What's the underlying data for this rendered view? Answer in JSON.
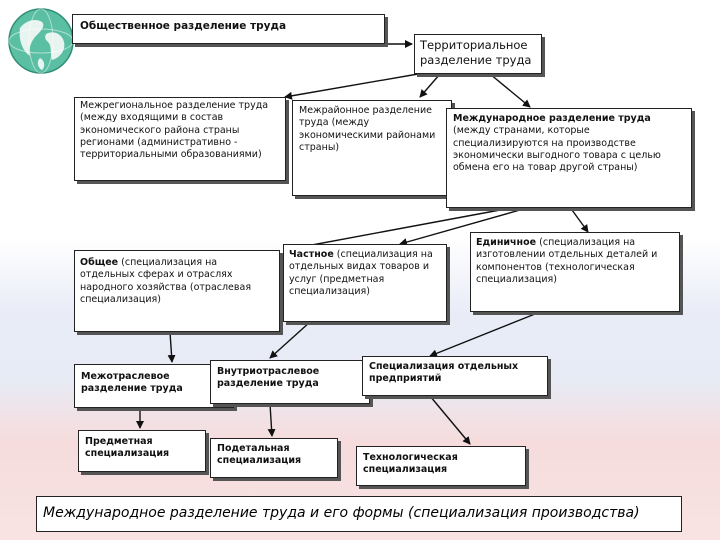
{
  "nodes": {
    "root": "Общественное разделение труда",
    "territorial": "Территориальное разделение труда",
    "interregional": "Межрегиональное разделение труда (между входящими в состав экономического района страны регионами (административно - территориальными образованиями)",
    "interdistrict": "Межрайонное разделение труда (между экономическими районами страны)",
    "international_title": "Международное разделение труда",
    "international_rest": "(между странами, которые специализируются на производстве экономически выгодного товара с целью обмена его на товар другой страны)",
    "general_title": "Общее",
    "general_rest": "(специализация на отдельных сферах и отраслях народного хозяйства (отраслевая специализация)",
    "private_title": "Частное",
    "private_rest": "(специализация на отдельных видах товаров и услуг (предметная специализация)",
    "single_title": "Единичное",
    "single_rest": "(специализация на изготовлении отдельных деталей и компонентов (технологическая специализация)",
    "intersectoral": "Межотраслевое разделение труда",
    "intrasectoral": "Внутриотраслевое разделение труда",
    "enterprise": "Специализация отдельных предприятий",
    "subject": "Предметная специализация",
    "detail": "Подетальная специализация",
    "technological": "Технологическая специализация"
  },
  "caption": "Международное разделение труда и его формы (специализация производства)"
}
